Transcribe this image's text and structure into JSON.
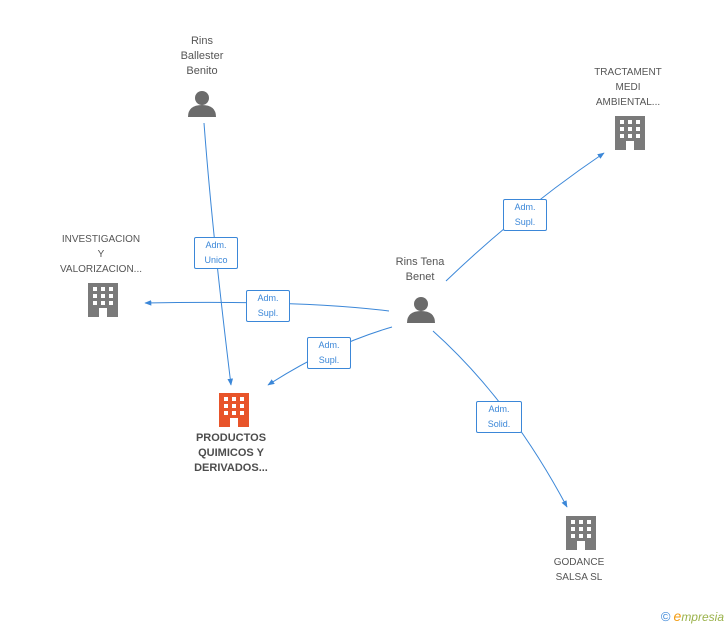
{
  "nodes": {
    "rins_ballester": {
      "lines": [
        "Rins",
        "Ballester",
        "Benito"
      ]
    },
    "rins_tena": {
      "lines": [
        "Rins Tena",
        "Benet"
      ]
    },
    "tractament": {
      "lines": [
        "TRACTAMENT",
        "MEDI",
        "AMBIENTAL..."
      ]
    },
    "investigacion": {
      "lines": [
        "INVESTIGACION",
        "Y",
        "VALORIZACION..."
      ]
    },
    "productos": {
      "lines": [
        "PRODUCTOS",
        "QUIMICOS Y",
        "DERIVADOS..."
      ]
    },
    "godance": {
      "lines": [
        "GODANCE",
        "SALSA  SL"
      ]
    }
  },
  "edges": {
    "ballester_productos": {
      "lines": [
        "Adm.",
        "Unico"
      ]
    },
    "tena_investigacion": {
      "lines": [
        "Adm.",
        "Supl."
      ]
    },
    "tena_productos": {
      "lines": [
        "Adm.",
        "Supl."
      ]
    },
    "tena_tractament": {
      "lines": [
        "Adm.",
        "Supl."
      ]
    },
    "tena_godance": {
      "lines": [
        "Adm.",
        "Solid."
      ]
    }
  },
  "colors": {
    "edge": "#3b87d8",
    "person_icon": "#6b6b6b",
    "company_icon": "#7a7a7a",
    "main_company_icon": "#e8542a"
  },
  "brand": {
    "copyright": "©",
    "name_initial": "e",
    "name_rest": "mpresia"
  }
}
